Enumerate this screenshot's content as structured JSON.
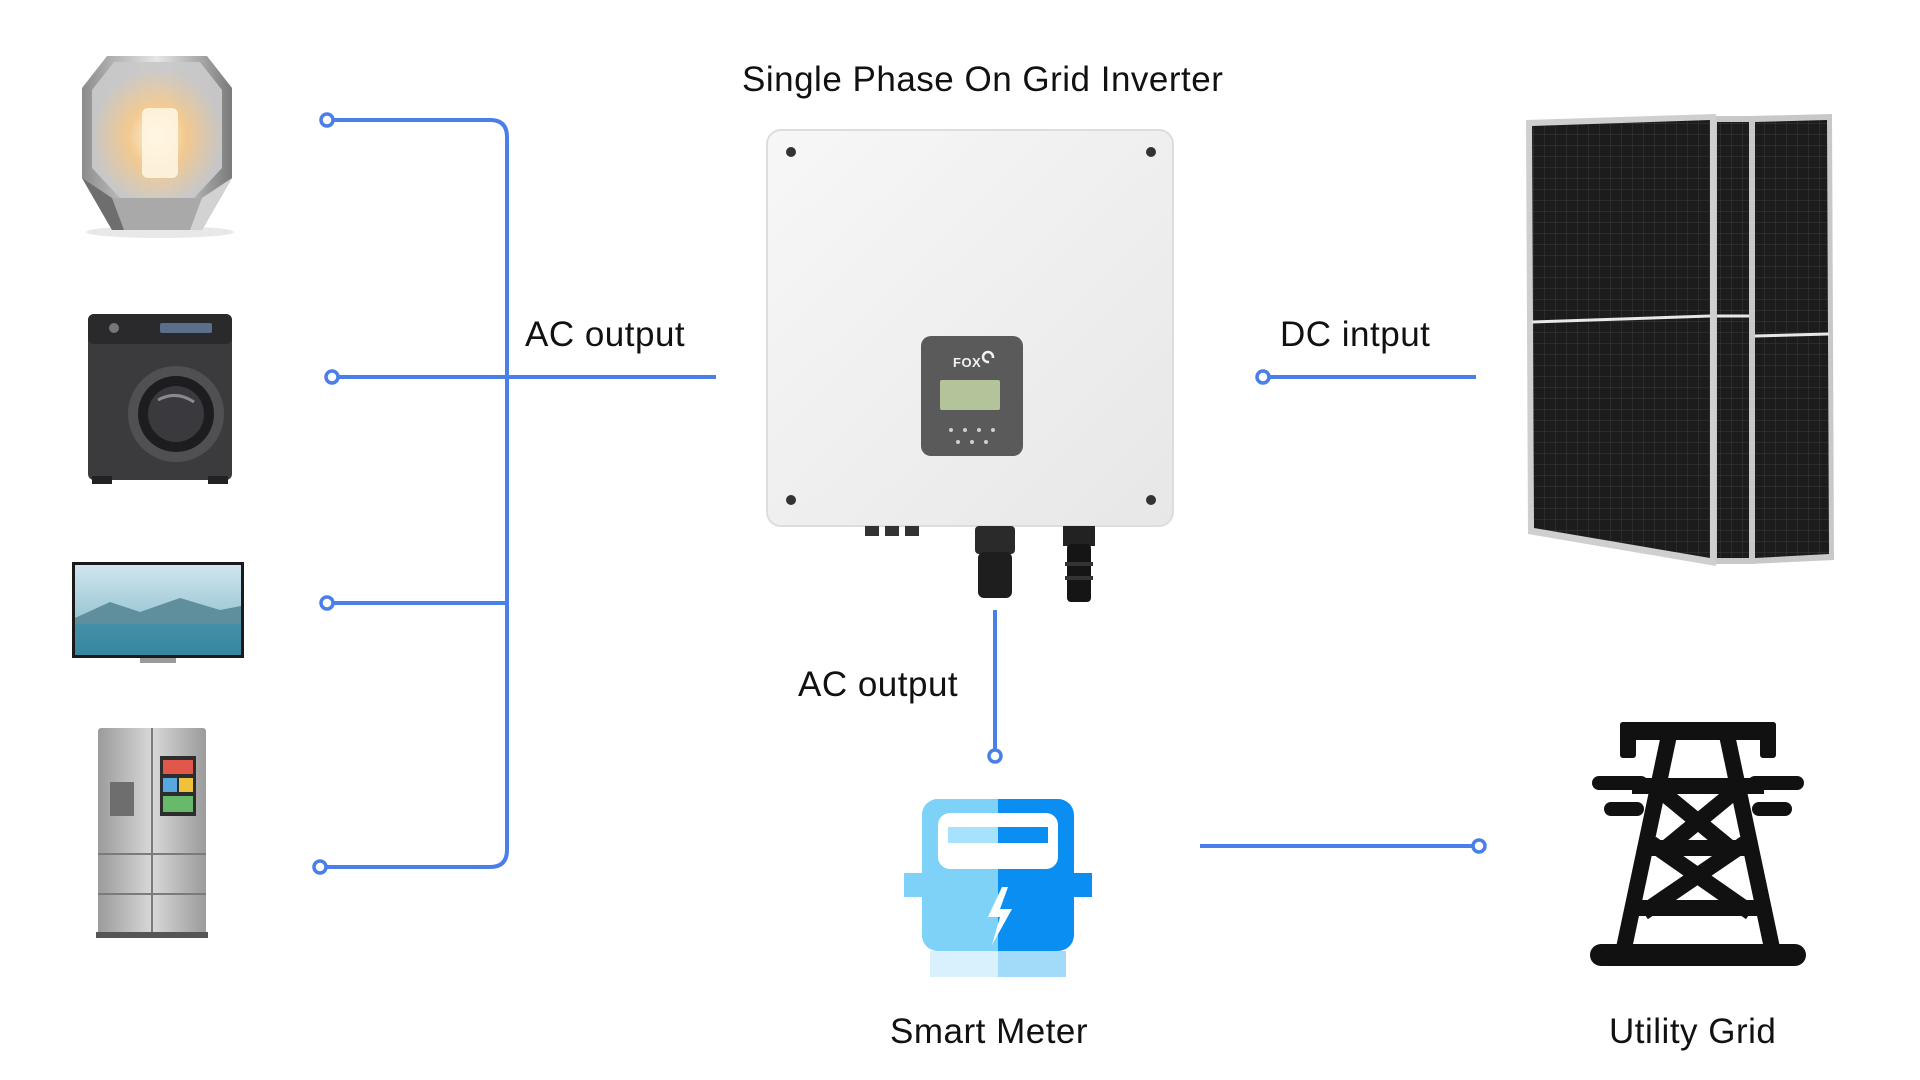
{
  "diagram": {
    "title": "Single Phase On Grid Inverter",
    "labels": {
      "ac_output_left": "AC output",
      "dc_input": "DC intput",
      "ac_output_bottom": "AC output",
      "smart_meter": "Smart Meter",
      "utility_grid": "Utility Grid"
    },
    "inverter": {
      "brand": "FOX"
    },
    "colors": {
      "wire": "#4a7ee8",
      "meter_light": "#7fd2f7",
      "meter_dark": "#0b8ef2",
      "grid_tower": "#111111",
      "inverter_body": "#f4f4f4",
      "panel_cells": "#1c1c1c"
    },
    "appliances": [
      {
        "icon": "lamp-icon"
      },
      {
        "icon": "washing-machine-icon"
      },
      {
        "icon": "tv-icon"
      },
      {
        "icon": "refrigerator-icon"
      }
    ]
  }
}
